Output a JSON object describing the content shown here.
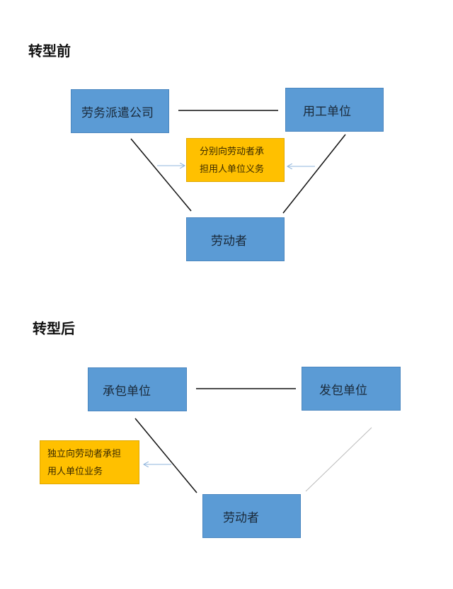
{
  "before": {
    "title": "转型前",
    "labor_dispatch_company": "劳务派遣公司",
    "employing_unit": "用工单位",
    "worker": "劳动者",
    "note_line1": "分别向劳动者承",
    "note_line2": "担用人单位义务"
  },
  "after": {
    "title": "转型后",
    "contractor": "承包单位",
    "client": "发包单位",
    "worker": "劳动者",
    "note_line1": "独立向劳动者承担",
    "note_line2": "用人单位业务"
  },
  "colors": {
    "box": "#5b9bd5",
    "note": "#ffc000",
    "arrow": "#8fb4dc"
  }
}
